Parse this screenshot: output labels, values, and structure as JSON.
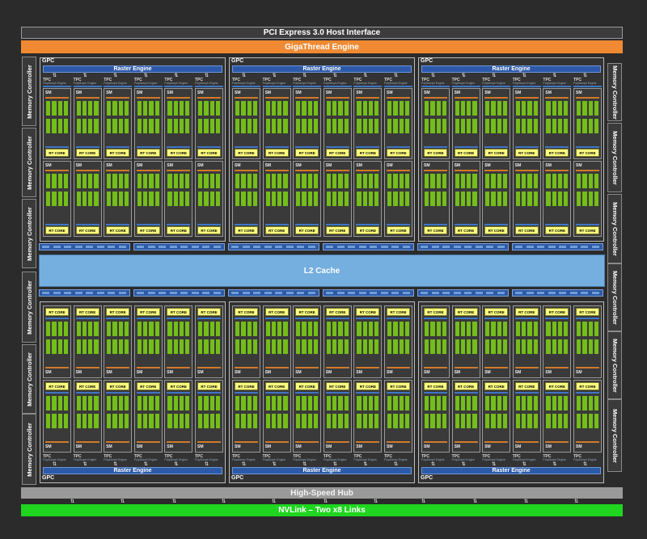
{
  "pcie": "PCI Express 3.0 Host Interface",
  "gigathread": "GigaThread Engine",
  "l2": "L2 Cache",
  "hub": "High-Speed Hub",
  "nvlink": "NVLink – Two x8 Links",
  "memory_controller": "Memory Controller",
  "gpc_label": "GPC",
  "raster_engine": "Raster Engine",
  "tpc_label": "TPC",
  "polymorph": "PolyMorph Engine",
  "sm_label": "SM",
  "rt_core": "RT CORE",
  "colors": {
    "background": "#2b2b2b",
    "giga": "#ef8a32",
    "l2": "#74afdf",
    "raster": "#2d5aa8",
    "rt_core": "#ffff80",
    "cuda": "#74bd1a",
    "nvlink": "#1fd51f",
    "hub": "#9a9a9a"
  }
}
